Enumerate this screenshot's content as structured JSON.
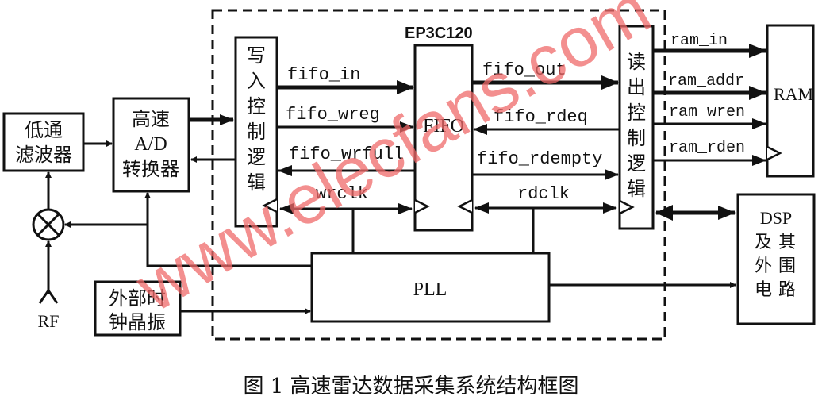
{
  "figure": {
    "caption": "图 1  高速雷达数据采集系统结构框图",
    "watermark": "www.elecfans.com"
  },
  "blocks": {
    "lowpass_filter": [
      "低通",
      "滤波器"
    ],
    "adc": [
      "高速",
      "A/D",
      "转换器"
    ],
    "mixer": "⊗",
    "rf_label": "RF",
    "ext_clock": [
      "外部时",
      "钟晶振"
    ],
    "fpga_label": "EP3C120",
    "write_ctrl": [
      "写",
      "入",
      "控",
      "制",
      "逻",
      "辑"
    ],
    "fifo": "FIFO",
    "read_ctrl": [
      "读",
      "出",
      "控",
      "制",
      "逻",
      "辑"
    ],
    "pll": "PLL",
    "ram": "RAM",
    "dsp": [
      "DSP",
      "及",
      "其",
      "外",
      "围",
      "电",
      "路"
    ]
  },
  "signals": {
    "fifo_in": "fifo_in",
    "fifo_wreg": "fifo_wreg",
    "fifo_wrfull": "fifo_wrfull",
    "wrclk": "wrclk",
    "fifo_out": "fifo_out",
    "fifo_rdeq": "fifo_rdeq",
    "fifo_rdempty": "fifo_rdempty",
    "rdclk": "rdclk",
    "ram_in": "ram_in",
    "ram_addr": "ram_addr",
    "ram_wren": "ram_wren",
    "ram_rden": "ram_rden"
  }
}
